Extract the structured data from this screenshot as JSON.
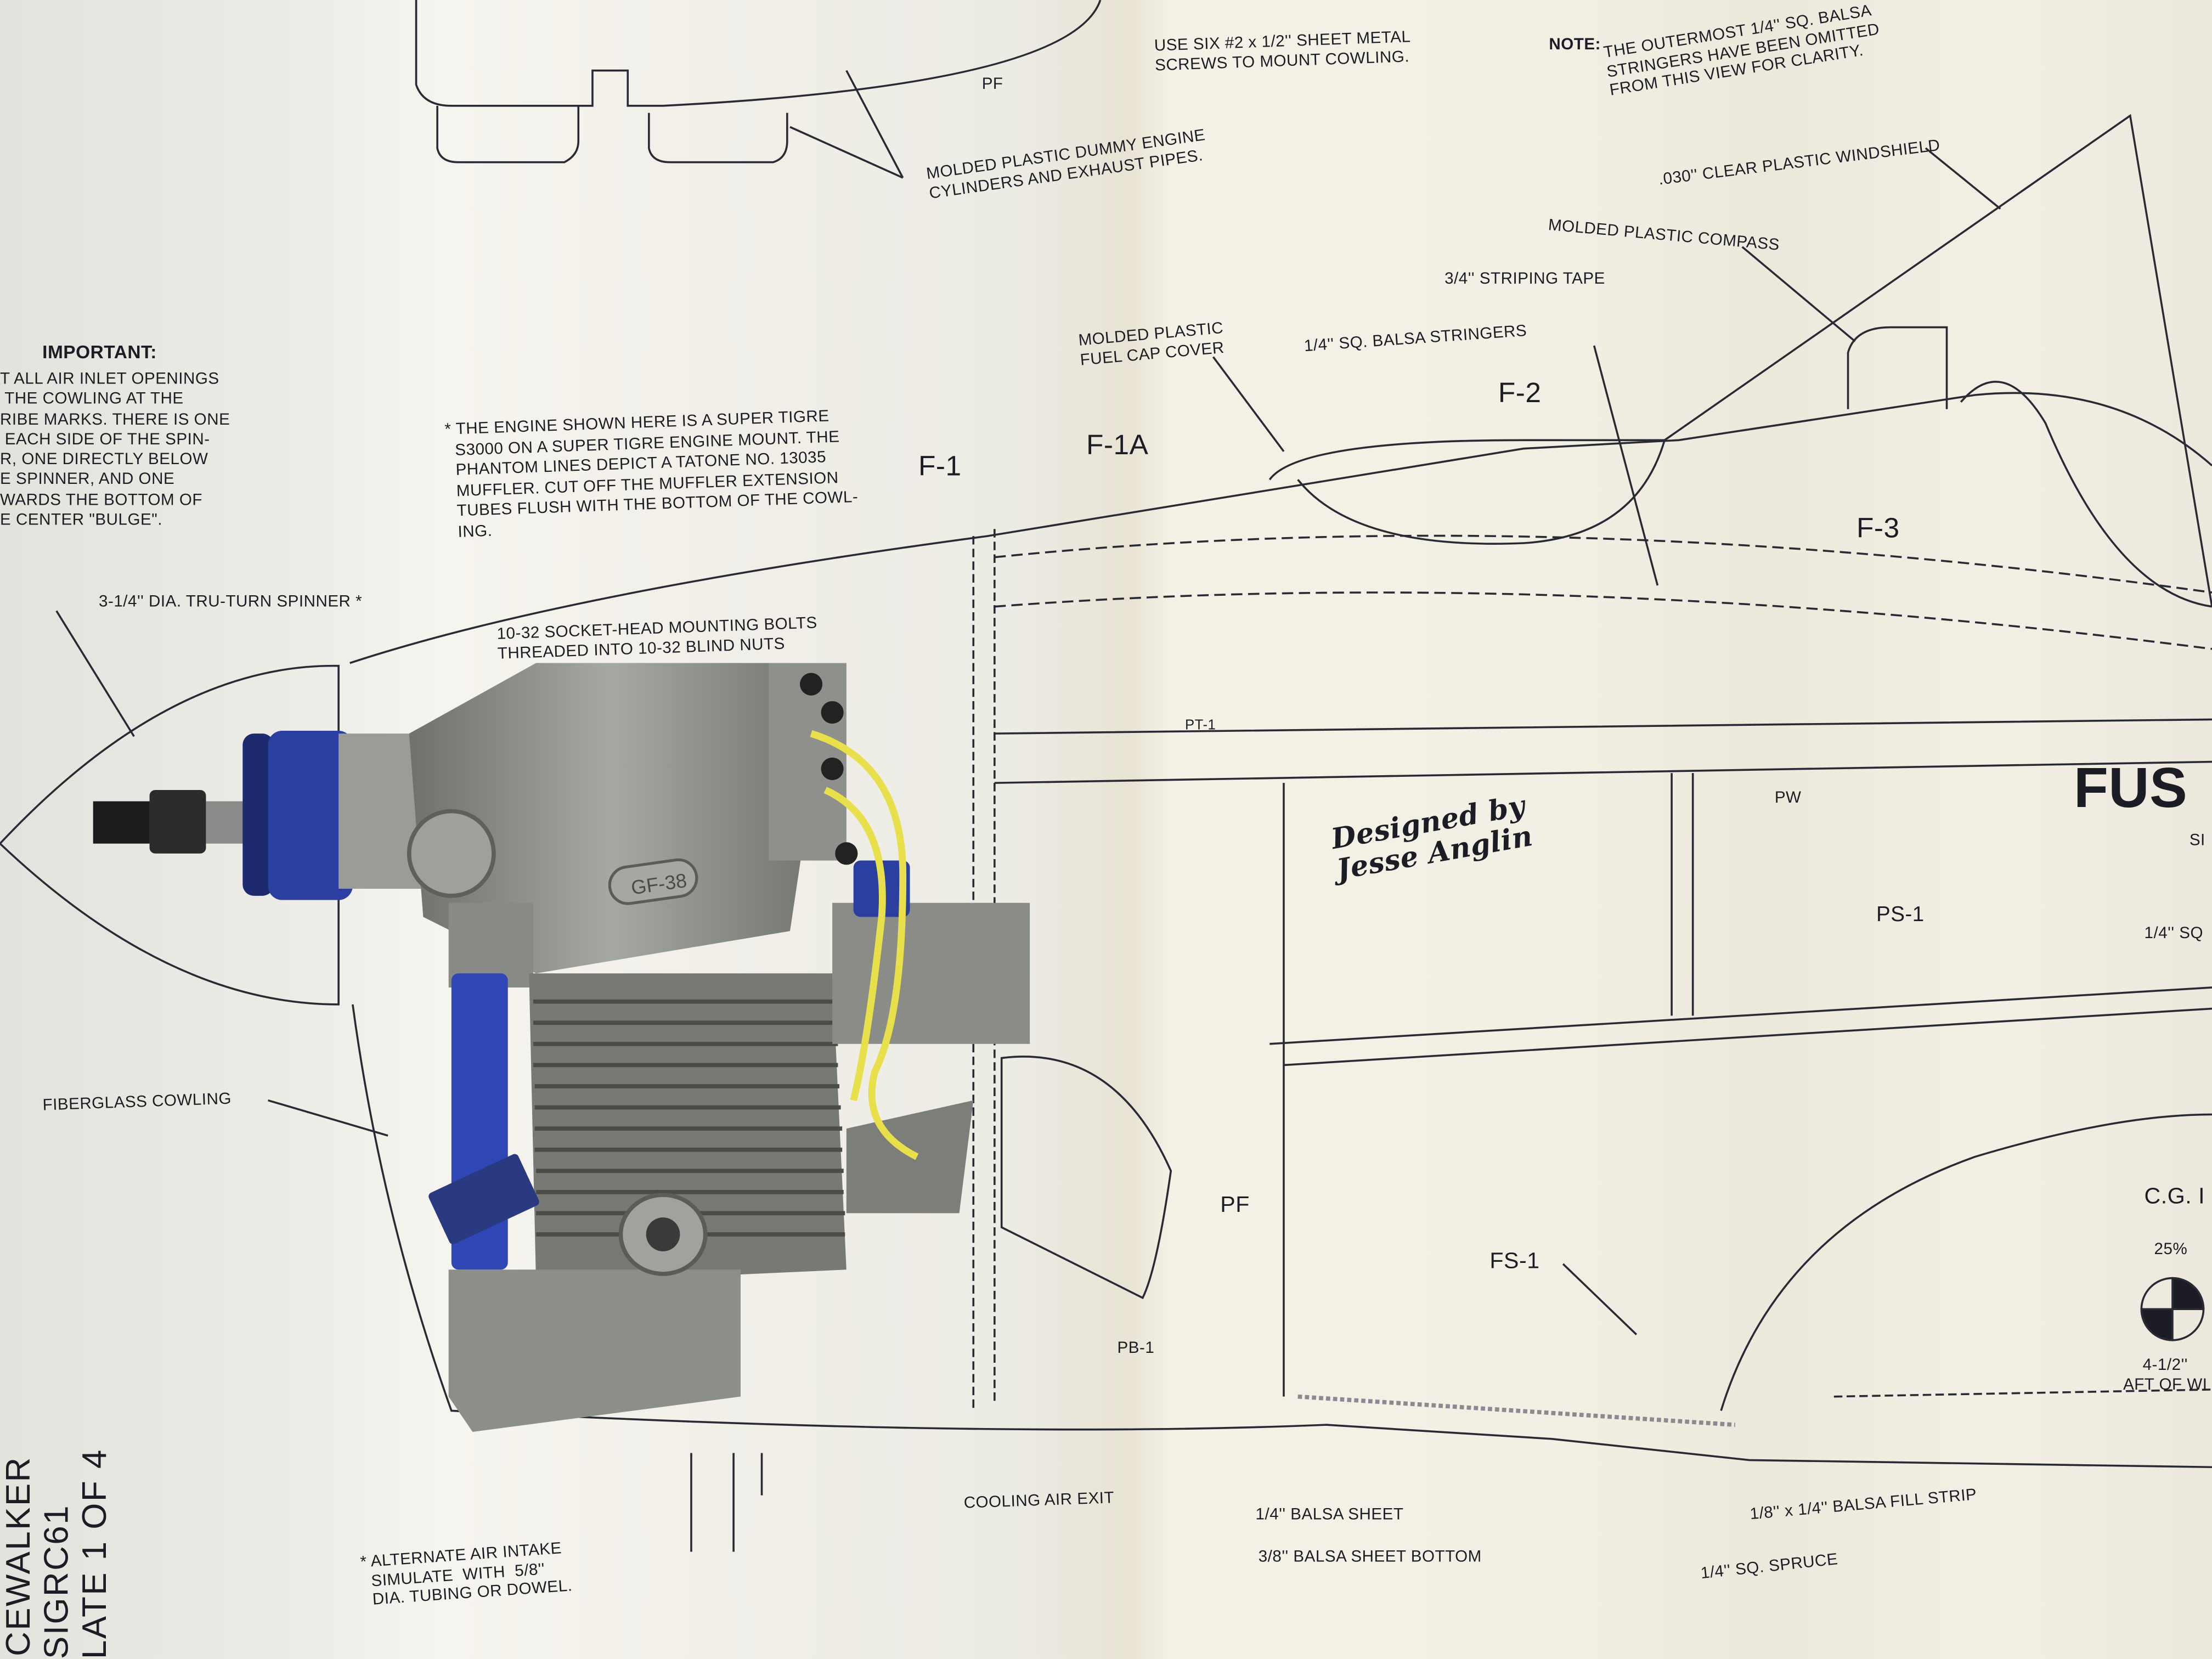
{
  "plan_labels": {
    "cowling_screws": "USE SIX #2 x 1/2'' SHEET METAL\nSCREWS TO MOUNT COWLING.",
    "pf_top": "PF",
    "dummy_engine": "MOLDED PLASTIC DUMMY ENGINE\nCYLINDERS AND EXHAUST PIPES.",
    "note_label": "NOTE:",
    "note_text": "THE OUTERMOST 1/4'' SQ. BALSA\nSTRINGERS HAVE BEEN OMITTED\nFROM THIS VIEW FOR CLARITY.",
    "windshield": ".030'' CLEAR PLASTIC WINDSHIELD",
    "compass": "MOLDED PLASTIC COMPASS",
    "striping": "3/4'' STRIPING TAPE",
    "stringers": "1/4'' SQ. BALSA STRINGERS",
    "fuel_cap": "MOLDED PLASTIC\nFUEL CAP COVER",
    "f2": "F-2",
    "f1": "F-1",
    "f1a": "F-1A",
    "f3": "F-3",
    "important_title": "IMPORTANT:",
    "important_text": "T ALL AIR INLET OPENINGS\n THE COWLING AT THE\nRIBE MARKS. THERE IS ONE\n EACH SIDE OF THE SPIN-\nR, ONE DIRECTLY BELOW\nE SPINNER, AND ONE\nWARDS THE BOTTOM OF\nE CENTER \"BULGE\".",
    "engine_note": "* THE ENGINE SHOWN HERE IS A SUPER TIGRE\n  S3000 ON A SUPER TIGRE ENGINE MOUNT. THE\n  PHANTOM LINES DEPICT A TATONE NO. 13035\n  MUFFLER. CUT OFF THE MUFFLER EXTENSION\n  TUBES FLUSH WITH THE BOTTOM OF THE COWL-\n  ING.",
    "spinner": "3-1/4'' DIA. TRU-TURN SPINNER *",
    "mounting_bolts": "10-32 SOCKET-HEAD MOUNTING BOLTS\nTHREADED INTO 10-32 BLIND NUTS",
    "pt1": "PT-1",
    "fuse": "FUS",
    "fuse_sub": "SI",
    "pw": "PW",
    "designed_by": "Designed by\nJesse Anglin",
    "ps1": "PS-1",
    "sq_quarter": "1/4'' SQ",
    "fiberglass_cowling": "FIBERGLASS COWLING",
    "pf": "PF",
    "cg": "C.G. I",
    "cg_pct": "25%",
    "fs1": "FS-1",
    "pb1": "PB-1",
    "aft_of_wing": "4-1/2''\nAFT OF WI",
    "cooling_air_exit": "COOLING AIR EXIT",
    "balsa_sheet": "1/4'' BALSA SHEET",
    "balsa_sheet_bottom": "3/8'' BALSA SHEET BOTTOM",
    "fill_strip": "1/8'' x 1/4'' BALSA FILL STRIP",
    "spruce": "1/4'' SQ. SPRUCE",
    "air_intake": "* ALTERNATE AIR INTAKE\n  SIMULATE  WITH  5/8''\n  DIA. TUBING OR DOWEL."
  },
  "title_block": [
    "CEWALKER",
    "SIGRC61",
    "LATE 1 OF 4"
  ],
  "engine": {
    "badge": "GF-38"
  },
  "colors": {
    "engine_body": "#8f918c",
    "anodized_blue": "#2a3fa0",
    "fuel_line": "#e8e04a",
    "ink": "#1c1c24"
  }
}
